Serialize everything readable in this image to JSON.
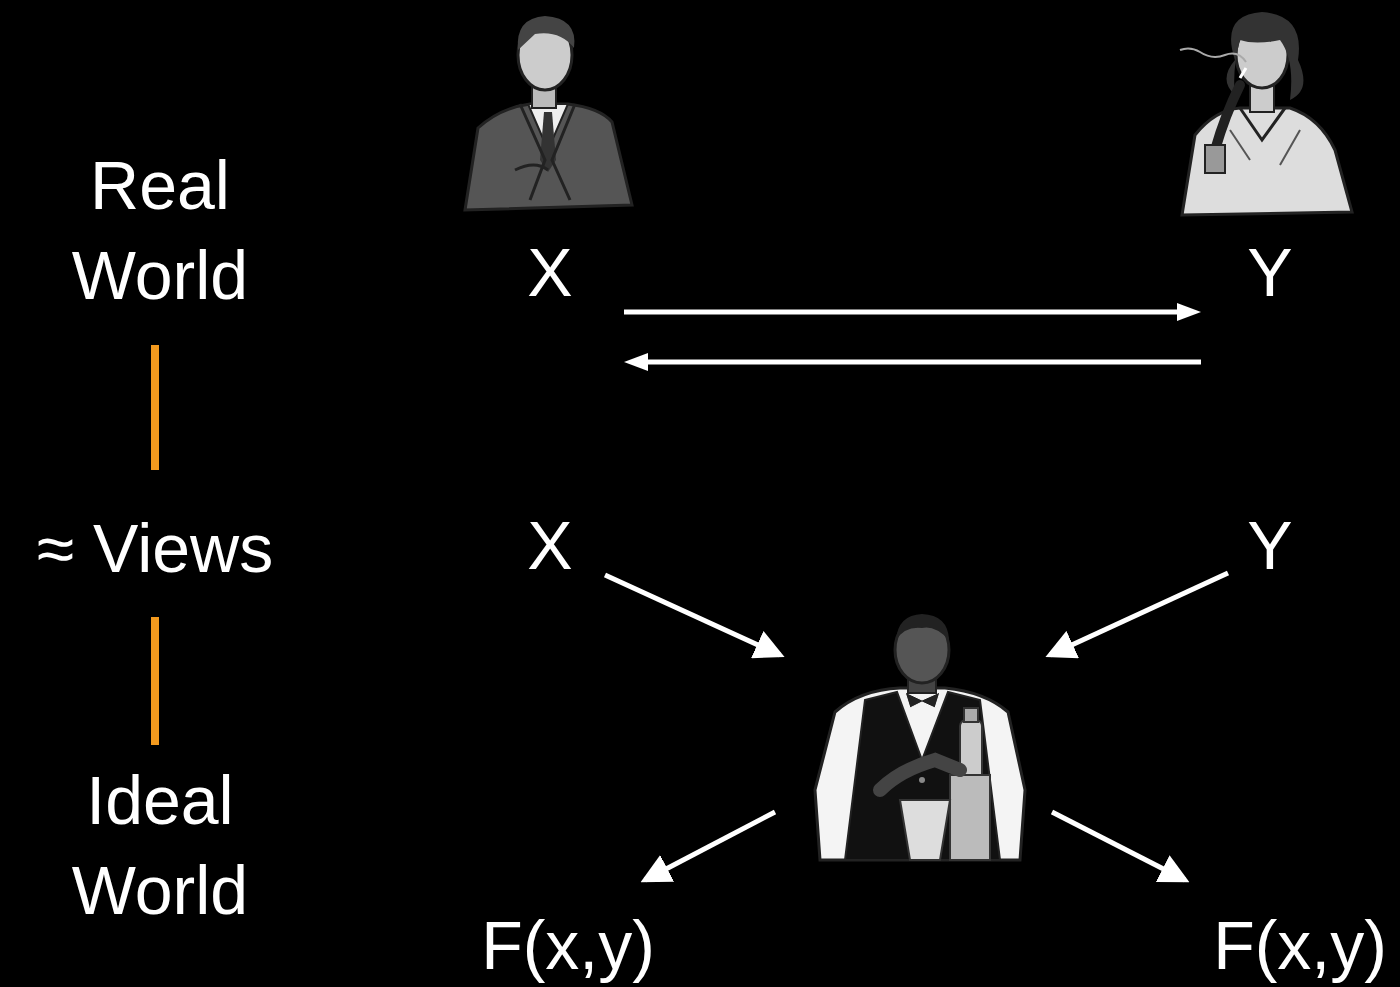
{
  "diagram": {
    "nodes": [
      {
        "text": [
          "X"
        ]
      },
      {
        "text": [
          "Y"
        ]
      },
      {
        "text": [
          "X"
        ]
      },
      {
        "text": [
          "Y"
        ]
      },
      {
        "text": [
          "F(x,y)"
        ]
      },
      {
        "text": [
          "F(x,y)"
        ]
      }
    ],
    "edges": [
      {
        "from": 0,
        "to": 1,
        "arrow": "to"
      },
      {
        "from": 1,
        "to": 0,
        "arrow": "to"
      }
    ],
    "labels": [
      "Real World",
      "≈ Views",
      "Ideal World"
    ]
  }
}
